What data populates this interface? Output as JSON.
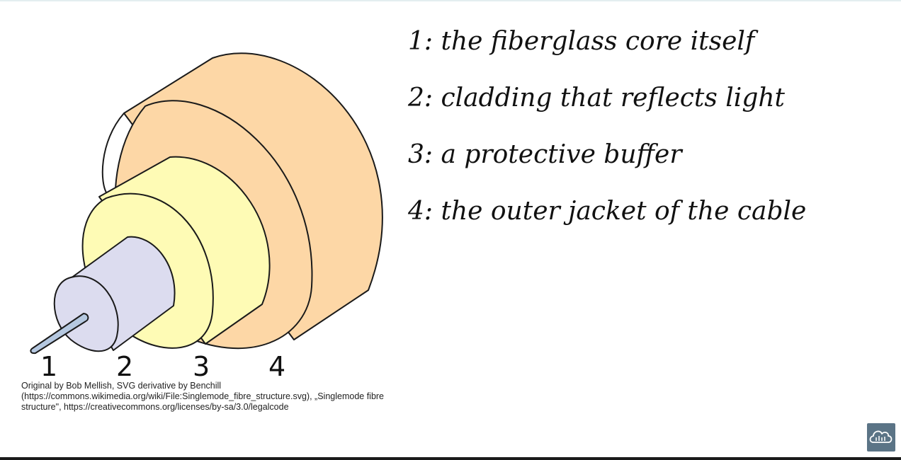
{
  "diagram": {
    "layer_numbers": [
      "1",
      "2",
      "3",
      "4"
    ],
    "colors": {
      "jacket": "#fdd7a6",
      "buffer": "#fefbb5",
      "cladding": "#dcdcef",
      "core": "#b5c8e0",
      "outline": "#1a1a1a"
    }
  },
  "labels": [
    "1: the fiberglass core itself",
    "2: cladding that reflects light",
    "3: a protective buffer",
    "4: the outer jacket of the cable"
  ],
  "attribution": "Original by Bob Mellish, SVG derivative by Benchill (https://commons.wikimedia.org/wiki/File:Singlemode_fibre_structure.svg), „Singlemode fibre structure\", https://creativecommons.org/licenses/by-sa/3.0/legalcode",
  "logo": {
    "icon": "cloud-logo-icon",
    "background": "#5b7486"
  }
}
